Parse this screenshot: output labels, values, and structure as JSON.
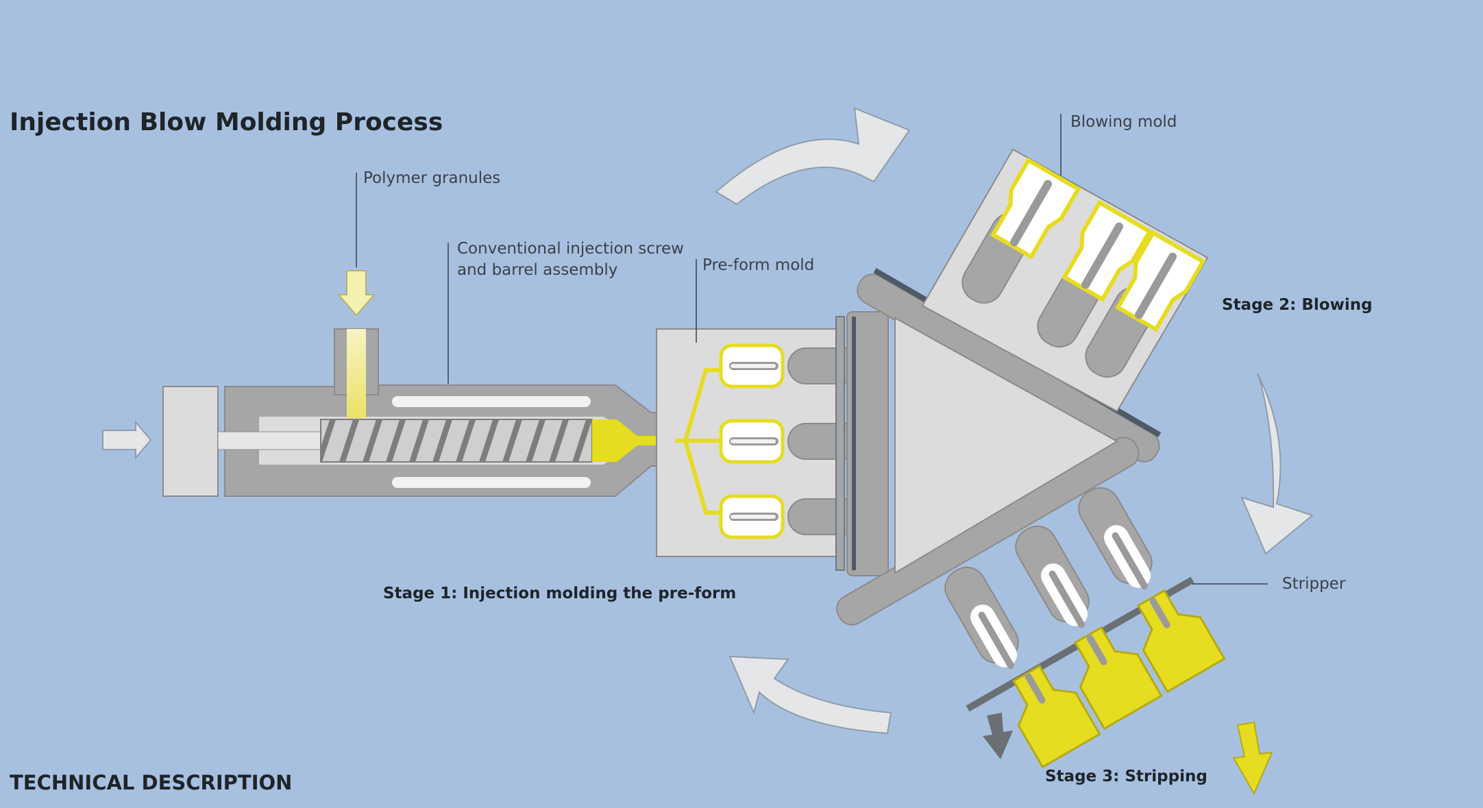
{
  "title": "Injection Blow Molding Process",
  "labels": {
    "polymer_granules": "Polymer granules",
    "screw_line1": "Conventional injection screw",
    "screw_line2": "and barrel assembly",
    "preform_mold": "Pre-form mold",
    "blowing_mold": "Blowing mold",
    "stripper": "Stripper"
  },
  "stages": {
    "stage1": "Stage 1: Injection molding the pre-form",
    "stage2": "Stage 2: Blowing",
    "stage3": "Stage 3: Stripping"
  },
  "footer": "TECHNICAL DESCRIPTION",
  "colors": {
    "background": "#a8c0e0",
    "machine_light": "#dcdcdc",
    "machine_dark": "#a6a6a6",
    "polymer": "#e6dc20",
    "arrow": "#e4e6e8",
    "text": "#1e2428"
  }
}
